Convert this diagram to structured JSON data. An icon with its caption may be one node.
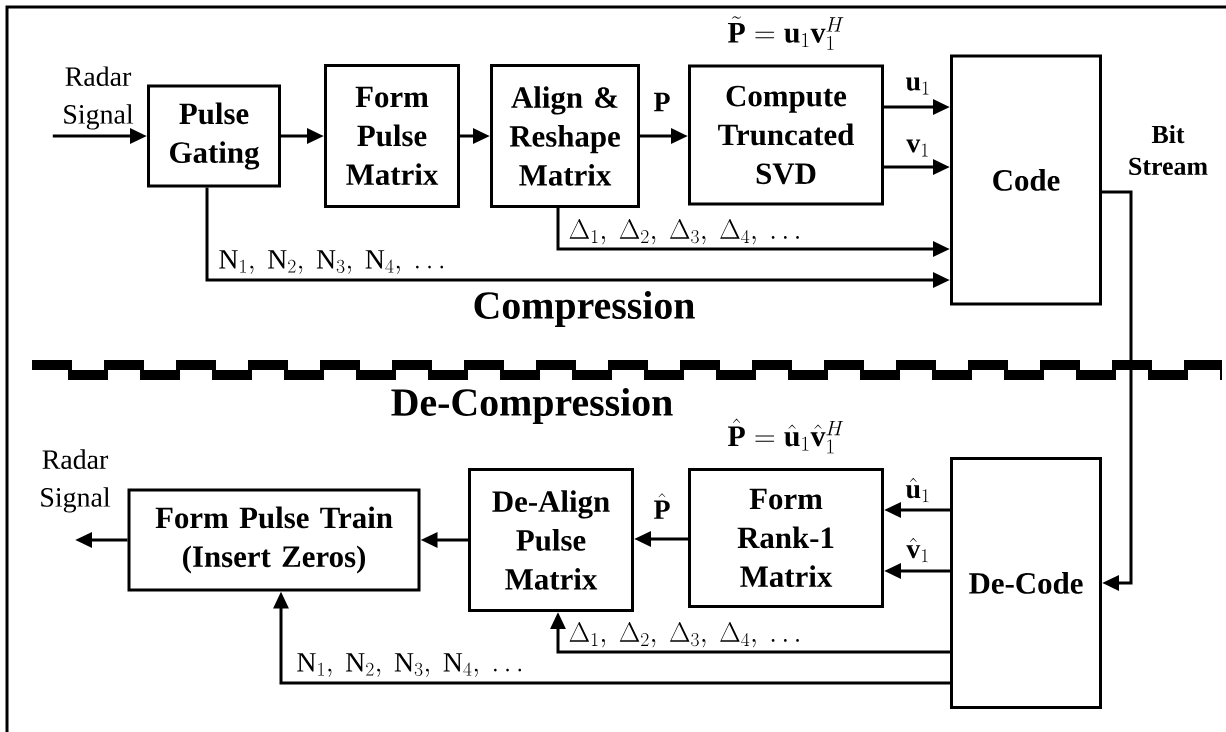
{
  "diagram": {
    "nodes": [
      {
        "text": [
          "Radar Signal"
        ]
      },
      {
        "text": [
          "Pulse Gating"
        ]
      },
      {
        "text": [
          "Form Pulse Matrix"
        ]
      },
      {
        "text": [
          "Align & Reshape Matrix"
        ]
      },
      {
        "text": [
          "Compute Truncated SVD"
        ],
        "beside": [
          "\\tilde{\\mathbf{P}} = \\mathbf{u}_1\\mathbf{v}_1^H"
        ]
      },
      {
        "text": [
          "Code"
        ]
      },
      {
        "text": [
          "De-Code"
        ]
      },
      {
        "text": [
          "Form Rank-1 Matrix"
        ],
        "beside": [
          "\\hat{\\mathbf{P}} = \\hat{\\mathbf{u}}_1\\hat{\\mathbf{v}}_1^H"
        ]
      },
      {
        "text": [
          "De-Align Pulse Matrix"
        ]
      },
      {
        "text": [
          "Form Pulse Train (Insert Zeros)"
        ]
      },
      {
        "text": [
          "Radar Signal"
        ]
      }
    ],
    "edges": [
      {
        "from": 0,
        "to": 1,
        "arrow": "to"
      },
      {
        "from": 1,
        "to": 2,
        "arrow": "to"
      },
      {
        "from": 2,
        "to": 3,
        "arrow": "to"
      },
      {
        "from": 3,
        "to": 4,
        "arrow": "to",
        "label": "\\mathbf{P}"
      },
      {
        "from": 4,
        "to": 5,
        "arrow": "to",
        "label": "\\mathbf{u}_1"
      },
      {
        "from": 4,
        "to": 5,
        "arrow": "to",
        "label": "\\mathbf{v}_1"
      },
      {
        "from": 3,
        "to": 5,
        "arrow": "to",
        "label": "\\Delta_1,\\ \\Delta_2,\\ \\Delta_3,\\ \\Delta_4,\\ \\ldots"
      },
      {
        "from": 1,
        "to": 5,
        "arrow": "to",
        "label": "\\mathrm{N}_1,\\ \\mathrm{N}_2,\\ \\mathrm{N}_3,\\ \\mathrm{N}_4,\\ \\ldots"
      },
      {
        "from": 5,
        "to": 6,
        "arrow": "to",
        "label": "Bit Stream"
      },
      {
        "from": 6,
        "to": 7,
        "arrow": "to",
        "label": "\\hat{\\mathbf{u}}_1"
      },
      {
        "from": 6,
        "to": 7,
        "arrow": "to",
        "label": "\\hat{\\mathbf{v}}_1"
      },
      {
        "from": 7,
        "to": 8,
        "arrow": "to",
        "label": "\\hat{\\mathbf{P}}"
      },
      {
        "from": 8,
        "to": 9,
        "arrow": "to"
      },
      {
        "from": 9,
        "to": 10,
        "arrow": "to"
      },
      {
        "from": 6,
        "to": 8,
        "arrow": "to",
        "label": "\\Delta_1,\\ \\Delta_2,\\ \\Delta_3,\\ \\Delta_4,\\ \\ldots"
      },
      {
        "from": 6,
        "to": 9,
        "arrow": "to",
        "label": "\\mathrm{N}_1,\\ \\mathrm{N}_2,\\ \\mathrm{N}_3,\\ \\mathrm{N}_4,\\ \\ldots"
      }
    ],
    "labels": [
      "Compression",
      "De-Compression"
    ]
  }
}
